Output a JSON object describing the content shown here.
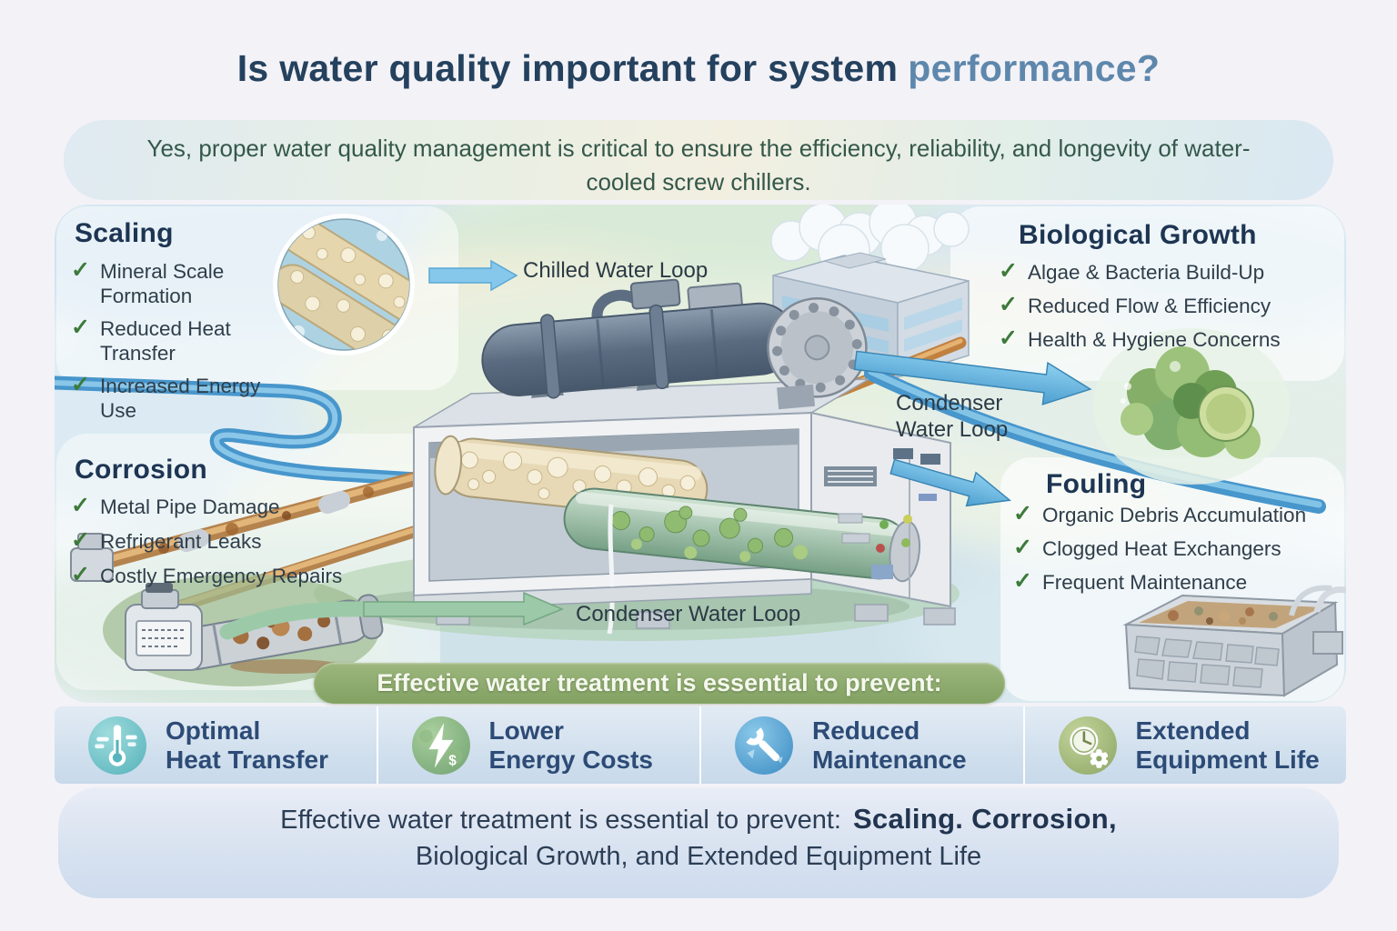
{
  "title": {
    "main": "Is water quality important for system",
    "highlight": "performance?"
  },
  "subtitle": "Yes, proper water quality management is critical to ensure the efficiency, reliability, and longevity of water-cooled screw chillers.",
  "icons": {
    "check": "✓",
    "dollar": "$"
  },
  "sections": {
    "scaling": {
      "title": "Scaling",
      "items": [
        "Mineral Scale Formation",
        "Reduced Heat Transfer",
        "Increased Energy Use"
      ]
    },
    "biological_growth": {
      "title": "Biological Growth",
      "items": [
        "Algae & Bacteria Build-Up",
        "Reduced Flow & Efficiency",
        "Health & Hygiene Concerns"
      ]
    },
    "corrosion": {
      "title": "Corrosion",
      "items": [
        "Metal Pipe Damage",
        "Refrigerant Leaks",
        "Costly Emergency Repairs"
      ]
    },
    "fouling": {
      "title": "Fouling",
      "items": [
        "Organic Debris Accumulation",
        "Clogged Heat Exchangers",
        "Frequent Maintenance"
      ]
    }
  },
  "diagram": {
    "chilled_water_loop": "Chilled Water Loop",
    "condenser_right_line1": "Condenser",
    "condenser_right_line2": "Water Loop",
    "condenser_bottom": "Condenser Water Loop"
  },
  "banner": "Effective water treatment is essential to prevent:",
  "benefits": [
    {
      "line1": "Optimal",
      "line2": "Heat Transfer"
    },
    {
      "line1": "Lower",
      "line2": "Energy Costs"
    },
    {
      "line1": "Reduced",
      "line2": "Maintenance"
    },
    {
      "line1": "Extended",
      "line2": "Equipment Life"
    }
  ],
  "footer": {
    "lead": "Effective water treatment is essential to prevent:",
    "emphasis": "Scaling. Corrosion,",
    "line2": "Biological Growth, and  Extended Equipment Life"
  },
  "colors": {
    "title_navy": "#24415e",
    "title_highlight": "#5e87ac",
    "subtitle_green": "#34584a",
    "section_heading": "#1d3552",
    "check_green": "#3c7a39",
    "banner_green": "#8aa96b",
    "benefit_label_blue": "#2d4b76",
    "arrow_blue": "#5fb0dc",
    "arrow_green": "#9ccaa8",
    "pipe_blue": "#4796cc",
    "pipe_copper": "#c08140"
  }
}
